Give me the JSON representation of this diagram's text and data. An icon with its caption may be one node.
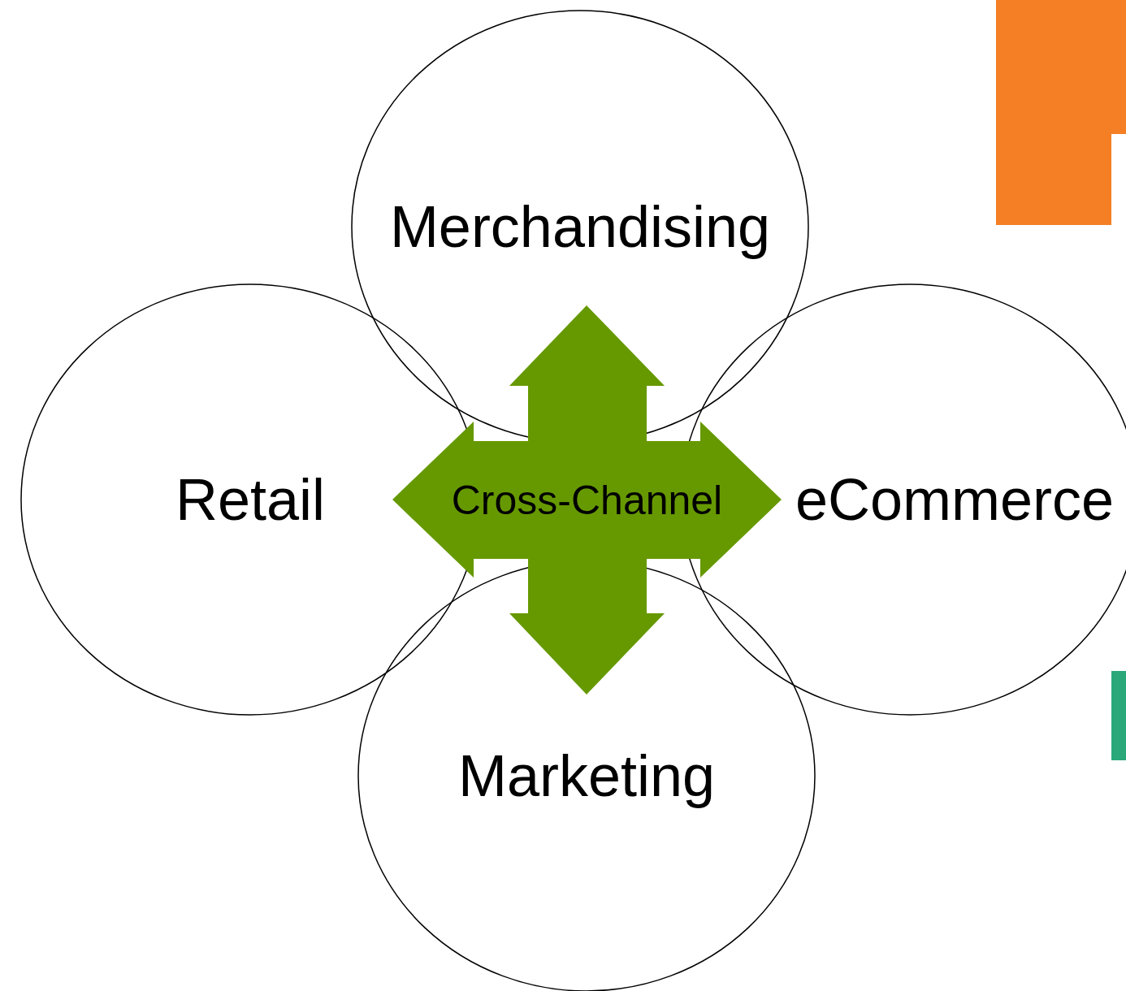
{
  "diagram": {
    "nodes": [
      {
        "text": [
          "Merchandising"
        ]
      },
      {
        "text": [
          "Retail"
        ]
      },
      {
        "text": [
          "eCommerce"
        ]
      },
      {
        "text": [
          "Marketing"
        ]
      },
      {
        "text": [
          "Cross-Channel"
        ]
      }
    ]
  }
}
